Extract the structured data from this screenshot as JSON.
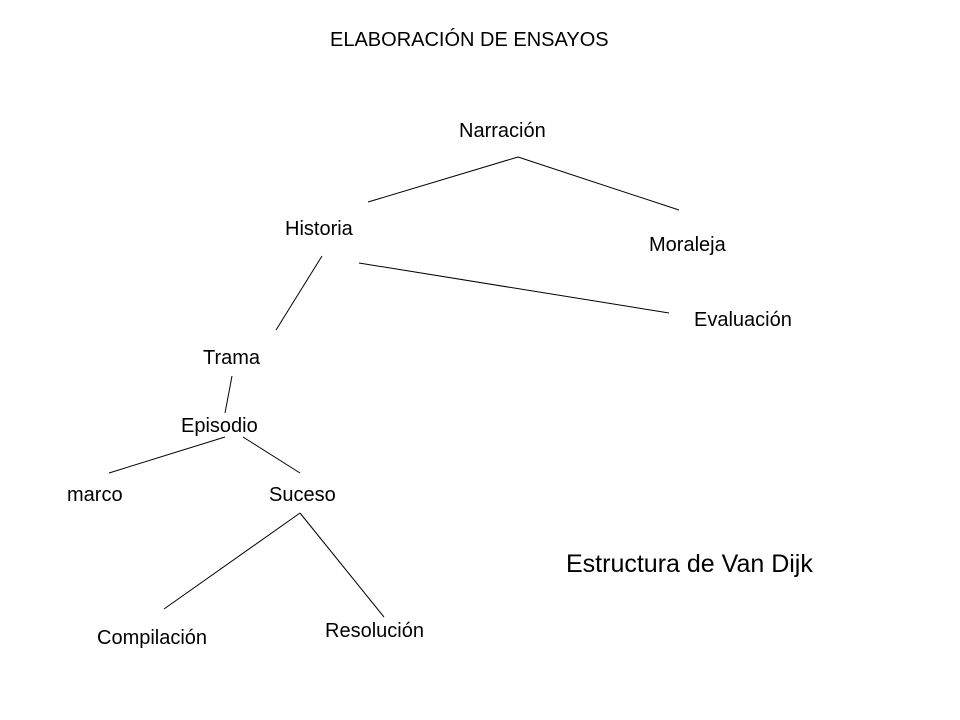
{
  "title": "ELABORACIÓN DE ENSAYOS",
  "caption": "Estructura de Van Dijk",
  "nodes": {
    "narracion": "Narración",
    "historia": "Historia",
    "moraleja": "Moraleja",
    "evaluacion": "Evaluación",
    "trama": "Trama",
    "episodio": "Episodio",
    "marco": "marco",
    "suceso": "Suceso",
    "compilacion": "Compilación",
    "resolucion": "Resolución"
  },
  "edges": [
    [
      "narracion",
      "historia"
    ],
    [
      "narracion",
      "moraleja"
    ],
    [
      "historia",
      "trama"
    ],
    [
      "historia",
      "evaluacion"
    ],
    [
      "trama",
      "episodio"
    ],
    [
      "episodio",
      "marco"
    ],
    [
      "episodio",
      "suceso"
    ],
    [
      "suceso",
      "compilacion"
    ],
    [
      "suceso",
      "resolucion"
    ]
  ]
}
